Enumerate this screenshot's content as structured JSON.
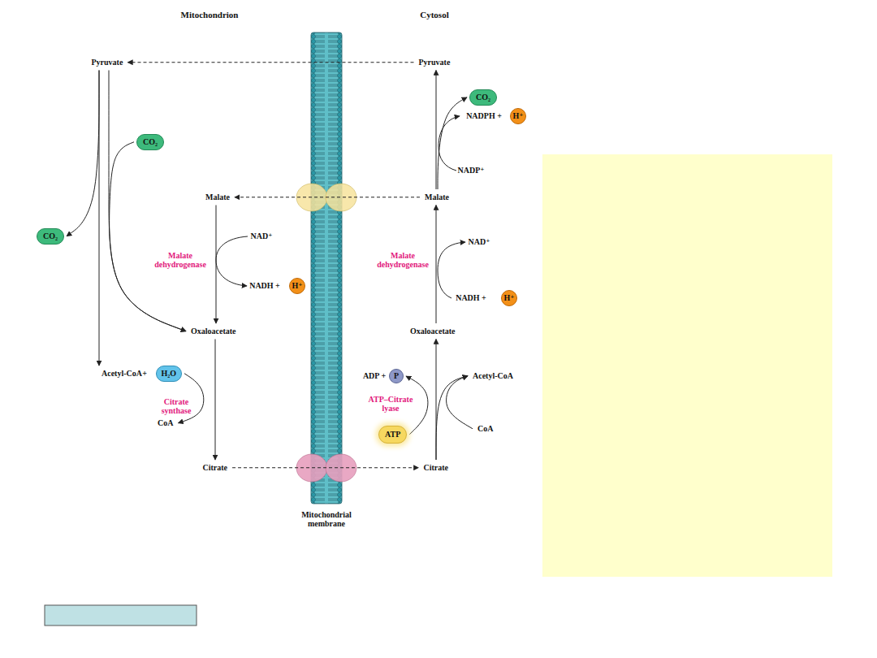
{
  "diagram": {
    "nodes": [
      {
        "text": [
          "Pyruvate"
        ]
      },
      {
        "text": [
          "Pyruvate"
        ]
      },
      {
        "text": [
          "CO₂"
        ]
      },
      {
        "text": [
          "CO₂"
        ]
      },
      {
        "text": [
          "CO₂"
        ]
      },
      {
        "text": [
          "Malate"
        ]
      },
      {
        "text": [
          "Malate"
        ]
      },
      {
        "text": [
          "Oxaloacetate"
        ]
      },
      {
        "text": [
          "Oxaloacetate"
        ]
      },
      {
        "text": [
          "Acetyl-CoA"
        ]
      },
      {
        "text": [
          "H₂O"
        ]
      },
      {
        "text": [
          "CoA"
        ]
      },
      {
        "text": [
          "Citrate"
        ]
      },
      {
        "text": [
          "Citrate"
        ]
      },
      {
        "text": [
          "Acetyl-CoA"
        ]
      },
      {
        "text": [
          "CoA"
        ]
      },
      {
        "text": [
          "ATP"
        ]
      },
      {
        "text": [
          "P"
        ]
      },
      {
        "text": [
          "H⁺"
        ]
      },
      {
        "text": [
          "H⁺"
        ]
      },
      {
        "text": [
          "H⁺"
        ]
      }
    ],
    "edges": [
      {
        "from": 1,
        "to": 0,
        "arrow": "to"
      },
      {
        "from": 0,
        "to": 9,
        "arrow": "to"
      },
      {
        "from": 0,
        "to": 3,
        "arrow": "to"
      },
      {
        "from": 0,
        "to": 7,
        "arrow": "to"
      },
      {
        "from": 2,
        "to": 7,
        "arrow": "to"
      },
      {
        "from": 6,
        "to": 5,
        "arrow": "to"
      },
      {
        "from": 5,
        "to": 7,
        "arrow": "to"
      },
      {
        "from": 7,
        "to": 12,
        "arrow": "to"
      },
      {
        "from": 10,
        "to": 11,
        "arrow": "to"
      },
      {
        "from": 12,
        "to": 13,
        "arrow": "to"
      },
      {
        "from": 13,
        "to": 8,
        "arrow": "to"
      },
      {
        "from": 13,
        "to": 14,
        "arrow": "to"
      },
      {
        "from": 15,
        "to": 14,
        "arrow": "to"
      },
      {
        "from": 16,
        "to": 17,
        "arrow": "to"
      },
      {
        "from": 8,
        "to": 6,
        "arrow": "to"
      },
      {
        "from": 6,
        "to": 1,
        "arrow": "to"
      },
      {
        "from": 6,
        "to": 4,
        "arrow": "to"
      }
    ],
    "labels": [
      "Mitochondrion",
      "Cytosol",
      "NADPH +",
      "NADP⁺",
      "Malate dehydrogenase",
      "NAD⁺",
      "NADH +",
      "Malate dehydrogenase",
      "NAD⁺",
      "NADH +",
      "+",
      "Citrate synthase",
      "ADP +",
      "ATP–Citrate lyase",
      "Mitochondrial membrane"
    ]
  }
}
